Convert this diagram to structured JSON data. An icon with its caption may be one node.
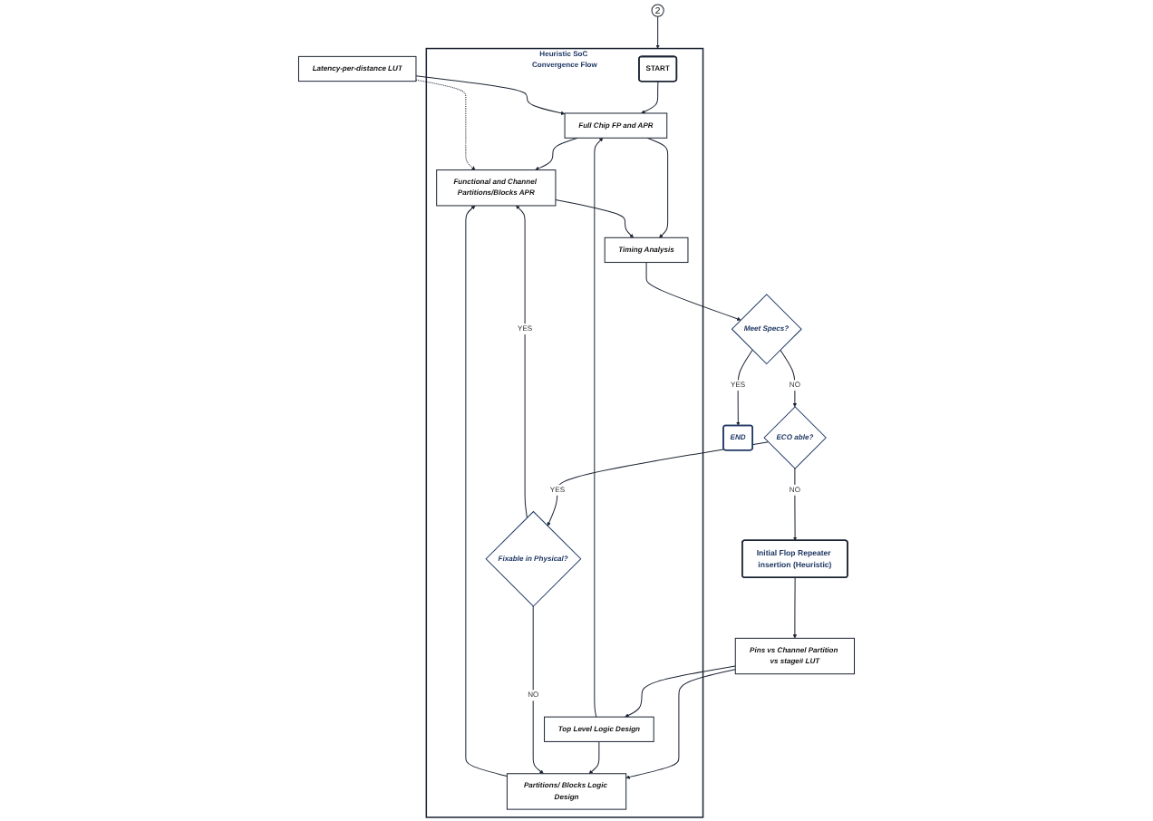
{
  "diagram": {
    "nodes": [
      {
        "text": [
          "2"
        ]
      },
      {
        "text": [
          "Heuristic SoC Convergence Flow"
        ]
      },
      {
        "text": [
          "START"
        ],
        "in": 1
      },
      {
        "text": [
          "Top Level Logic Design"
        ],
        "in": 1
      },
      {
        "text": [
          "Full Chip FP and APR"
        ],
        "in": 1
      },
      {
        "text": [
          "Partitions/ Blocks Logic Design"
        ],
        "in": 1
      },
      {
        "text": [
          "Functional and Channel Partitions/Blocks APR"
        ],
        "in": 1
      },
      {
        "text": [
          "Fixable in Physical?"
        ],
        "in": 1
      },
      {
        "text": [
          "Timing Analysis"
        ],
        "in": 1
      },
      {
        "text": [
          "Initial Flop Repeater insertion (Heuristic)"
        ]
      },
      {
        "text": [
          "Pins vs Channel Partition vs stage# LUT"
        ]
      },
      {
        "text": [
          "Latency-per-distance LUT"
        ]
      },
      {
        "text": [
          "ECO able?"
        ]
      },
      {
        "text": [
          "Meet Specs?"
        ]
      },
      {
        "text": [
          "END"
        ]
      }
    ],
    "edges": [
      {
        "from": 0,
        "to": 1,
        "arrow": "to"
      },
      {
        "from": 9,
        "to": 10,
        "arrow": "to"
      },
      {
        "from": 10,
        "to": 3,
        "arrow": "to"
      },
      {
        "from": 10,
        "to": 5,
        "arrow": "to"
      },
      {
        "from": 2,
        "to": 4,
        "arrow": "to"
      },
      {
        "from": 3,
        "to": 4,
        "arrow": "to"
      },
      {
        "from": 3,
        "to": 5,
        "arrow": "to"
      },
      {
        "from": 4,
        "to": 6,
        "arrow": "to"
      },
      {
        "from": 5,
        "to": 6,
        "arrow": "to"
      },
      {
        "from": 4,
        "to": 8,
        "arrow": "to"
      },
      {
        "from": 6,
        "to": 8,
        "arrow": "to"
      },
      {
        "from": 11,
        "to": 4,
        "arrow": "to"
      },
      {
        "from": 11,
        "to": 6,
        "arrow": "to",
        "style": "dashed"
      },
      {
        "from": 8,
        "to": 13,
        "arrow": "to"
      },
      {
        "from": 13,
        "to": 12,
        "arrow": "to",
        "label": "NO"
      },
      {
        "from": 13,
        "to": 14,
        "arrow": "to",
        "label": "YES"
      },
      {
        "from": 12,
        "to": 7,
        "arrow": "to",
        "label": "YES"
      },
      {
        "from": 7,
        "to": 6,
        "arrow": "to",
        "label": "YES"
      },
      {
        "from": 7,
        "to": 5,
        "arrow": "to",
        "label": "NO"
      },
      {
        "from": 12,
        "to": 9,
        "arrow": "to",
        "label": "NO"
      }
    ]
  }
}
